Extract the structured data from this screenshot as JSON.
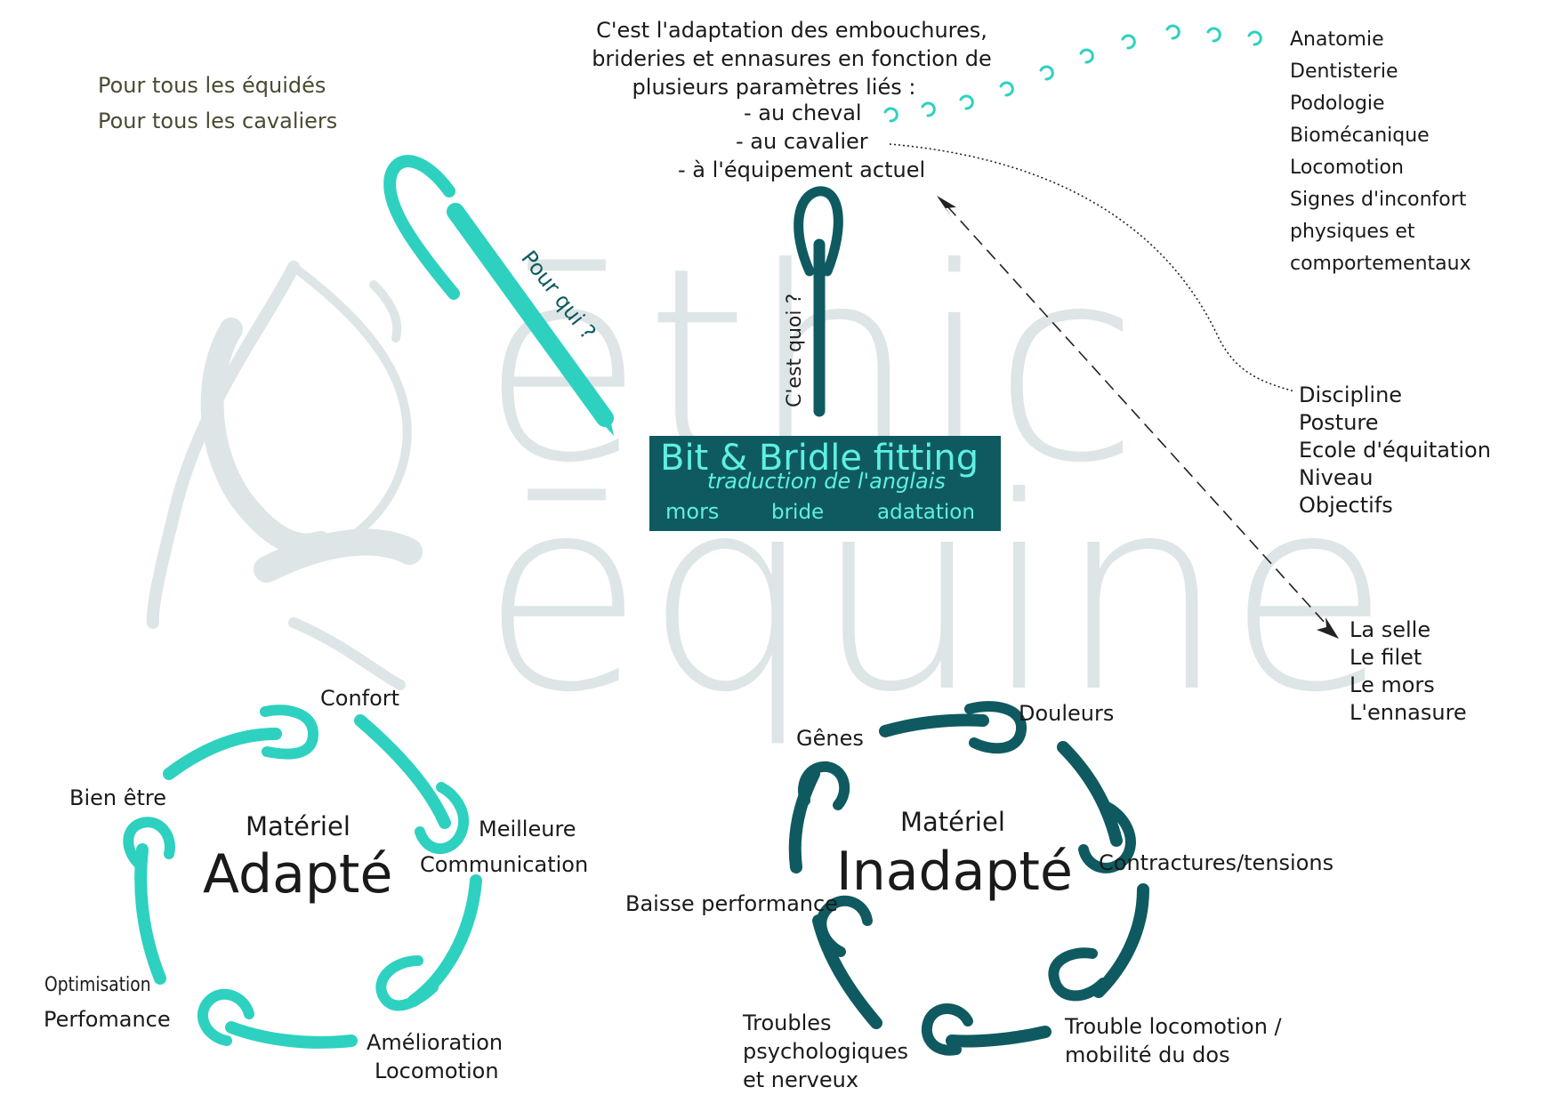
{
  "watermark": {
    "line1": "ēthic",
    "line2": "ēquine"
  },
  "center": {
    "title": "Bit & Bridle fitting",
    "subtitle": "traduction de l'anglais",
    "words": [
      "mors",
      "bride",
      "adatation"
    ]
  },
  "pour_qui": {
    "label": "Pour qui ?",
    "lines": [
      "Pour tous les équidés",
      "Pour tous les cavaliers"
    ]
  },
  "cest_quoi": {
    "label": "C'est quoi ?",
    "lines": [
      "C'est l'adaptation des embouchures,",
      "brideries et ennasures en fonction de",
      "plusieurs paramètres liés :",
      "- au cheval",
      "- au cavalier",
      "- à l'équipement actuel"
    ]
  },
  "horse_params": [
    "Anatomie",
    "Dentisterie",
    "Podologie",
    "Biomécanique",
    "Locomotion",
    "Signes d'inconfort",
    "physiques et",
    "comportementaux"
  ],
  "rider_params": [
    "Discipline",
    "Posture",
    "Ecole d'équitation",
    "Niveau",
    "Objectifs"
  ],
  "equipment_params": [
    "La selle",
    "Le filet",
    "Le mors",
    "L'ennasure"
  ],
  "adapte": {
    "small": "Matériel",
    "big": "Adapté",
    "items": {
      "confort": "Confort",
      "meilleure": "Meilleure",
      "communication": "Communication",
      "amelioration": "Amélioration",
      "locomotion": "Locomotion",
      "optimisation": "Optimisation",
      "perfomance": "Perfomance",
      "bien_etre": "Bien être"
    }
  },
  "inadapte": {
    "small": "Matériel",
    "big": "Inadapté",
    "items": {
      "douleurs": "Douleurs",
      "contractures": "Contractures/tensions",
      "trouble1": "Trouble locomotion /",
      "trouble2": "mobilité du dos",
      "troubles1": "Troubles",
      "troubles2": "psychologiques",
      "troubles3": "et nerveux",
      "baisse": "Baisse performance",
      "genes": "Gênes"
    }
  },
  "colors": {
    "turquoise": "#2ed1c0",
    "teal": "#0f5a60",
    "box": "#0f5a60",
    "box_text": "#5ef0e0",
    "olive": "#4a4a33",
    "watermark": "#dde5e6"
  }
}
